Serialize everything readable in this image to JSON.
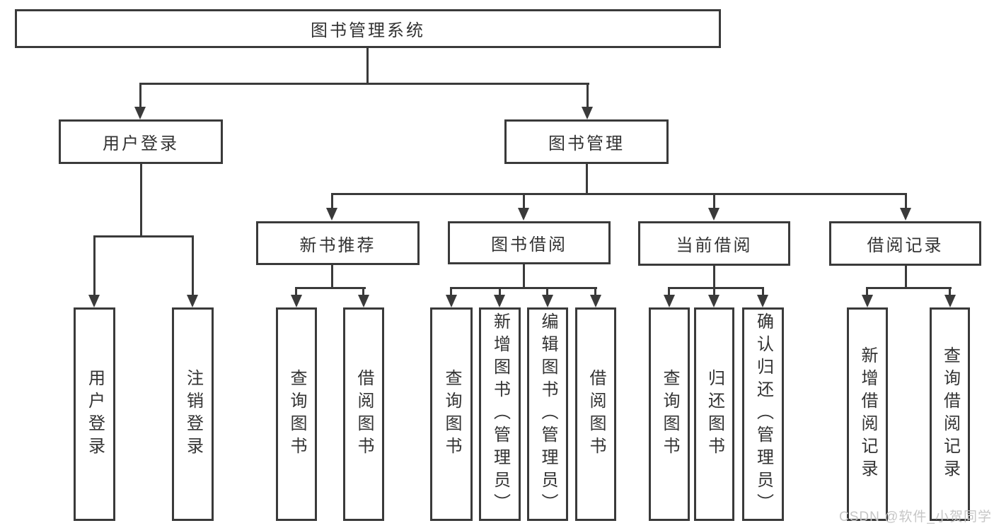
{
  "tree": {
    "root": {
      "label": "图书管理系统"
    },
    "branches": [
      {
        "label": "用户登录",
        "leaves": [
          {
            "label": "用户登录"
          },
          {
            "label": "注销登录"
          }
        ]
      },
      {
        "label": "图书管理",
        "groups": [
          {
            "label": "新书推荐",
            "leaves": [
              {
                "label": "查询图书"
              },
              {
                "label": "借阅图书"
              }
            ]
          },
          {
            "label": "图书借阅",
            "leaves": [
              {
                "label": "查询图书"
              },
              {
                "label": "新增图书（管理员）"
              },
              {
                "label": "编辑图书（管理员）"
              },
              {
                "label": "借阅图书"
              }
            ]
          },
          {
            "label": "当前借阅",
            "leaves": [
              {
                "label": "查询图书"
              },
              {
                "label": "归还图书"
              },
              {
                "label": "确认归还（管理员）"
              }
            ]
          },
          {
            "label": "借阅记录",
            "leaves": [
              {
                "label": "新增借阅记录"
              },
              {
                "label": "查询借阅记录"
              }
            ]
          }
        ]
      }
    ]
  },
  "watermark": {
    "text": "CSDN @软件_小贺同学"
  },
  "colors": {
    "line": "#3a3a3a",
    "text": "#333333",
    "background": "#ffffff",
    "watermark": "#c6c6c6"
  }
}
